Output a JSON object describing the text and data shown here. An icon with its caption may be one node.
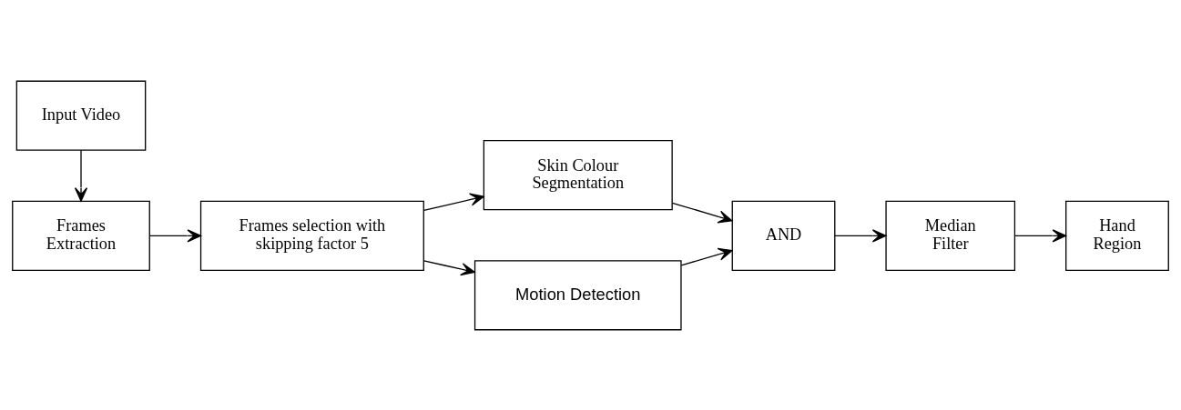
{
  "diagram": {
    "nodes": [
      {
        "text": [
          "Input Video"
        ]
      },
      {
        "text": [
          "Frames Extraction"
        ]
      },
      {
        "text": [
          "Frames selection with skipping factor 5"
        ]
      },
      {
        "text": [
          "Skin Colour Segmentation"
        ]
      },
      {
        "text": [
          "Motion Detection"
        ]
      },
      {
        "text": [
          "AND"
        ]
      },
      {
        "text": [
          "Median Filter"
        ]
      },
      {
        "text": [
          "Hand Region"
        ]
      }
    ],
    "edges": [
      {
        "from": 0,
        "to": 1,
        "arrow": "to"
      },
      {
        "from": 1,
        "to": 2,
        "arrow": "to"
      },
      {
        "from": 2,
        "to": 3,
        "arrow": "to"
      },
      {
        "from": 2,
        "to": 4,
        "arrow": "to"
      },
      {
        "from": 3,
        "to": 5,
        "arrow": "to"
      },
      {
        "from": 4,
        "to": 5,
        "arrow": "to"
      },
      {
        "from": 5,
        "to": 6,
        "arrow": "to"
      },
      {
        "from": 6,
        "to": 7,
        "arrow": "to"
      }
    ]
  }
}
